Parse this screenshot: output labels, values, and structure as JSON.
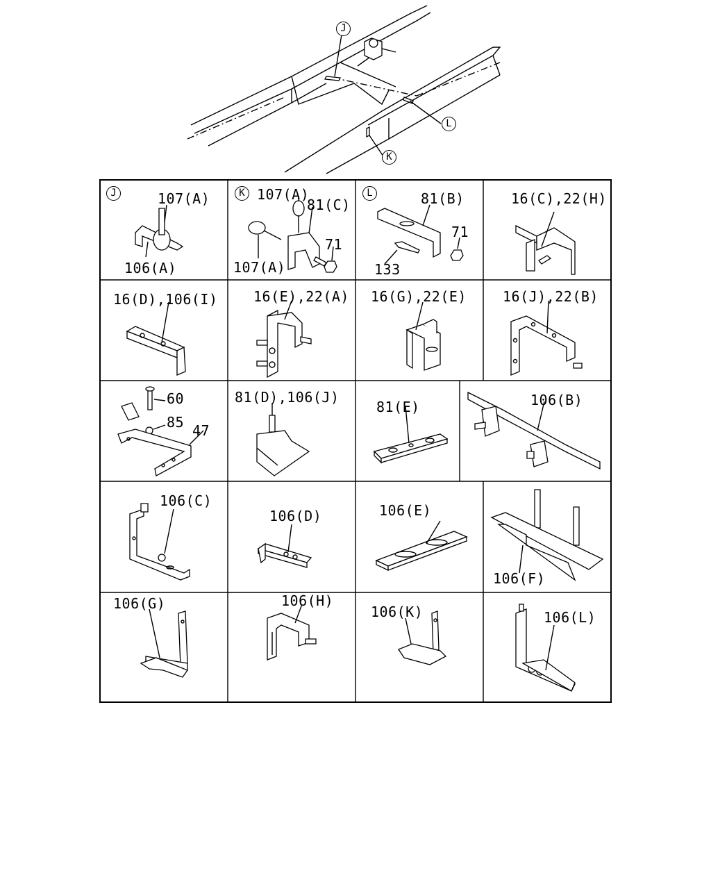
{
  "frame": {
    "callouts": {
      "j": "J",
      "k": "K",
      "l": "L"
    }
  },
  "cells": {
    "r1c1": {
      "callout": "J",
      "labels": [
        "107(A)",
        "106(A)"
      ]
    },
    "r1c2": {
      "callout": "K",
      "labels": [
        "107(A)",
        "81(C)",
        "71",
        "107(A)"
      ]
    },
    "r1c3": {
      "callout": "L",
      "labels": [
        "81(B)",
        "71",
        "133"
      ]
    },
    "r1c4": {
      "labels": [
        "16(C),22(H)"
      ]
    },
    "r2c1": {
      "labels": [
        "16(D),106(I)"
      ]
    },
    "r2c2": {
      "labels": [
        "16(E),22(A)"
      ]
    },
    "r2c3": {
      "labels": [
        "16(G),22(E)"
      ]
    },
    "r2c4": {
      "labels": [
        "16(J),22(B)"
      ]
    },
    "r3c1": {
      "labels": [
        "60",
        "85",
        "47"
      ]
    },
    "r3c2": {
      "labels": [
        "81(D),106(J)"
      ]
    },
    "r3c3": {
      "labels": [
        "81(E)"
      ]
    },
    "r3c4": {
      "labels": [
        "106(B)"
      ]
    },
    "r4c1": {
      "labels": [
        "106(C)"
      ]
    },
    "r4c2": {
      "labels": [
        "106(D)"
      ]
    },
    "r4c3": {
      "labels": [
        "106(E)"
      ]
    },
    "r4c4": {
      "labels": [
        "106(F)"
      ]
    },
    "r5c1": {
      "labels": [
        "106(G)"
      ]
    },
    "r5c2": {
      "labels": [
        "106(H)"
      ]
    },
    "r5c3": {
      "labels": [
        "106(K)"
      ]
    },
    "r5c4": {
      "labels": [
        "106(L)"
      ]
    }
  }
}
